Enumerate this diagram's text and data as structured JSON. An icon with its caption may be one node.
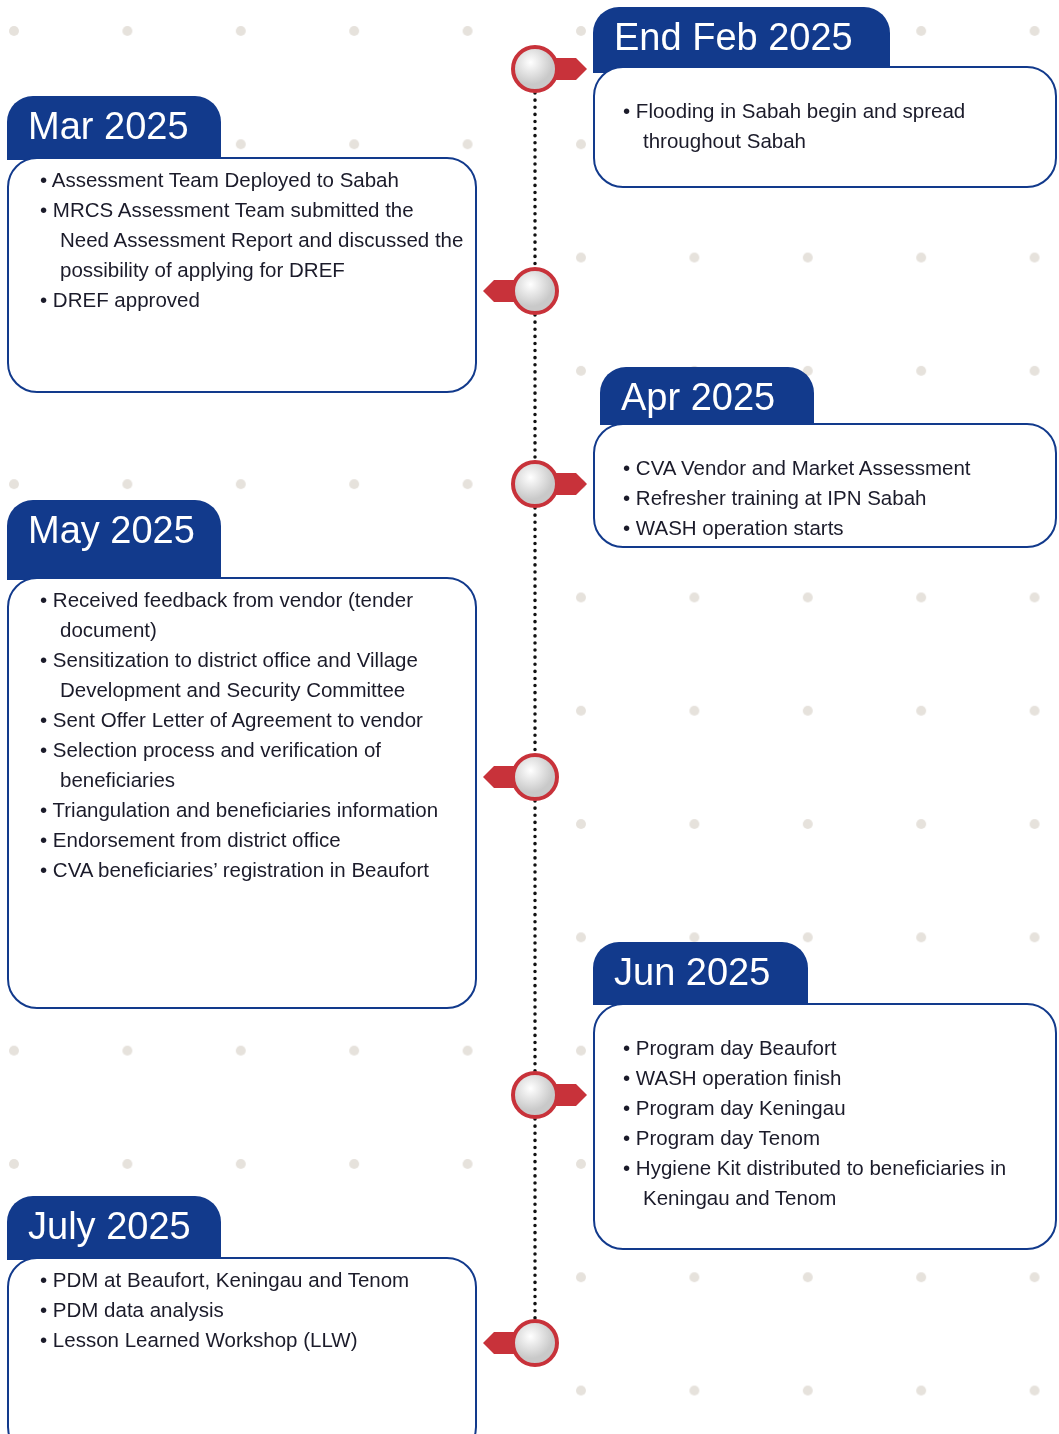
{
  "diagram": {
    "nodes": [
      {
        "text": [
          "End Feb 2025",
          "• Flooding in Sabah begin and spread throughout Sabah"
        ]
      },
      {
        "text": [
          "Mar 2025",
          "• Assessment Team Deployed to Sabah",
          "• MRCS Assessment Team submitted the Need Assessment Report and discussed the possibility of applying for DREF",
          "• DREF approved"
        ]
      },
      {
        "text": [
          "Apr 2025",
          "• CVA Vendor and Market Assessment",
          "• Refresher training at IPN Sabah",
          "• WASH operation starts"
        ]
      },
      {
        "text": [
          "May 2025",
          "• Received feedback from vendor (tender document)",
          "• Sensitization to district office and Village Development and Security Committee",
          "• Sent Offer Letter of Agreement to vendor",
          "• Selection process and verification of beneficiaries",
          "• Triangulation and beneficiaries information",
          "• Endorsement from district office",
          "• CVA beneficiaries’ registration in Beaufort"
        ]
      },
      {
        "text": [
          "Jun 2025",
          "• Program day Beaufort",
          "• WASH operation finish",
          "• Program day Keningau",
          "• Program day Tenom",
          "• Hygiene Kit distributed to beneficiaries in Keningau and Tenom"
        ]
      },
      {
        "text": [
          "July 2025",
          "• PDM at Beaufort, Keningau and Tenom",
          "• PDM data analysis",
          "• Lesson Learned Workshop (LLW)"
        ]
      },
      {
        "text": [],
        "shape": "circle"
      },
      {
        "text": [],
        "shape": "circle"
      },
      {
        "text": [],
        "shape": "circle"
      },
      {
        "text": [],
        "shape": "circle"
      },
      {
        "text": [],
        "shape": "circle"
      },
      {
        "text": [],
        "shape": "circle"
      }
    ],
    "edges": [
      {
        "from": 6,
        "to": 7,
        "arrow": "none",
        "style": "dashed"
      },
      {
        "from": 7,
        "to": 8,
        "arrow": "none",
        "style": "dashed"
      },
      {
        "from": 8,
        "to": 9,
        "arrow": "none",
        "style": "dashed"
      },
      {
        "from": 9,
        "to": 10,
        "arrow": "none",
        "style": "dashed"
      },
      {
        "from": 10,
        "to": 11,
        "arrow": "none",
        "style": "dashed"
      }
    ]
  }
}
